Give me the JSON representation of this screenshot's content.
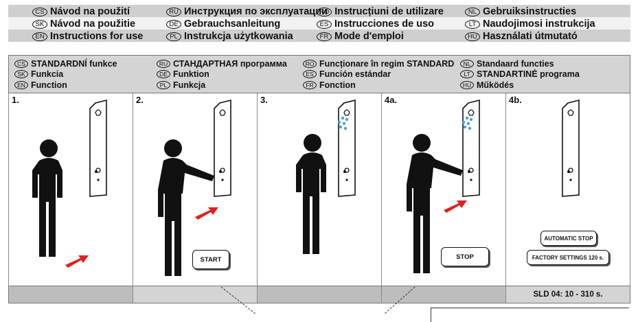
{
  "header": {
    "columns": [
      [
        {
          "code": "CS",
          "text": "Návod na použití"
        },
        {
          "code": "SK",
          "text": "Návod na použitie"
        },
        {
          "code": "EN",
          "text": "Instructions for use"
        }
      ],
      [
        {
          "code": "RU",
          "text": "Инструкция по эксплуатации"
        },
        {
          "code": "DE",
          "text": "Gebrauchsanleitung"
        },
        {
          "code": "PL",
          "text": "Instrukcja użytkowania"
        }
      ],
      [
        {
          "code": "RO",
          "text": "Instrucțiuni de utilizare"
        },
        {
          "code": "ES",
          "text": "Instrucciones de uso"
        },
        {
          "code": "FR",
          "text": "Mode d'emploi"
        }
      ],
      [
        {
          "code": "NL",
          "text": "Gebruiksinstructies"
        },
        {
          "code": "LT",
          "text": "Naudojimosi instrukcija"
        },
        {
          "code": "HU",
          "text": "Használati útmutató"
        }
      ]
    ]
  },
  "function_bar": {
    "columns": [
      [
        {
          "code": "CS",
          "text": "STANDARDNÍ funkce"
        },
        {
          "code": "SK",
          "text": "Funkcia"
        },
        {
          "code": "EN",
          "text": "Function"
        }
      ],
      [
        {
          "code": "RU",
          "text": "СТАНДАРТНАЯ программа"
        },
        {
          "code": "DE",
          "text": "Funktion"
        },
        {
          "code": "PL",
          "text": "Funkcja"
        }
      ],
      [
        {
          "code": "RO",
          "text": "Funcționare în regim STANDARD"
        },
        {
          "code": "ES",
          "text": "Función estándar"
        },
        {
          "code": "FR",
          "text": "Fonction"
        }
      ],
      [
        {
          "code": "NL",
          "text": "Standaard functies"
        },
        {
          "code": "LT",
          "text": "STANDARTINĖ programa"
        },
        {
          "code": "HU",
          "text": "Működés"
        }
      ]
    ]
  },
  "steps": [
    {
      "label": "1.",
      "button": ""
    },
    {
      "label": "2.",
      "button": "START"
    },
    {
      "label": "3.",
      "button": ""
    },
    {
      "label": "4a.",
      "button": "STOP"
    },
    {
      "label": "4b.",
      "button": ""
    }
  ],
  "step4b_labels": {
    "automatic_stop": "AUTOMATIC STOP",
    "factory_settings": "FACTORY SETTINGS 120 s."
  },
  "footer": {
    "setting": "SLD 04: 10 - 310 s."
  },
  "colors": {
    "arrow": "#e02020",
    "water": "#4aa0d8",
    "bar": "#d4d4d4"
  }
}
